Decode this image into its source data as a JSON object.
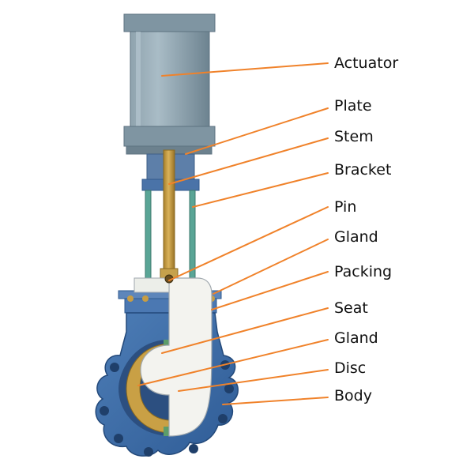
{
  "labels": {
    "actuator": "Actuator",
    "plate": "Plate",
    "stem": "Stem",
    "bracket": "Bracket",
    "pin": "Pin",
    "gland_top": "Gland",
    "packing": "Packing",
    "seat": "Seat",
    "gland_bottom": "Gland",
    "disc": "Disc",
    "body": "Body"
  },
  "colors": {
    "leader_line": "#f0822a",
    "body_blue": "#3f6ea8",
    "actuator_gray": "#8b9fab",
    "stem_brass": "#c9a045",
    "disc_white": "#f2f2ee",
    "tie_rod_green": "#4e9a8a"
  }
}
